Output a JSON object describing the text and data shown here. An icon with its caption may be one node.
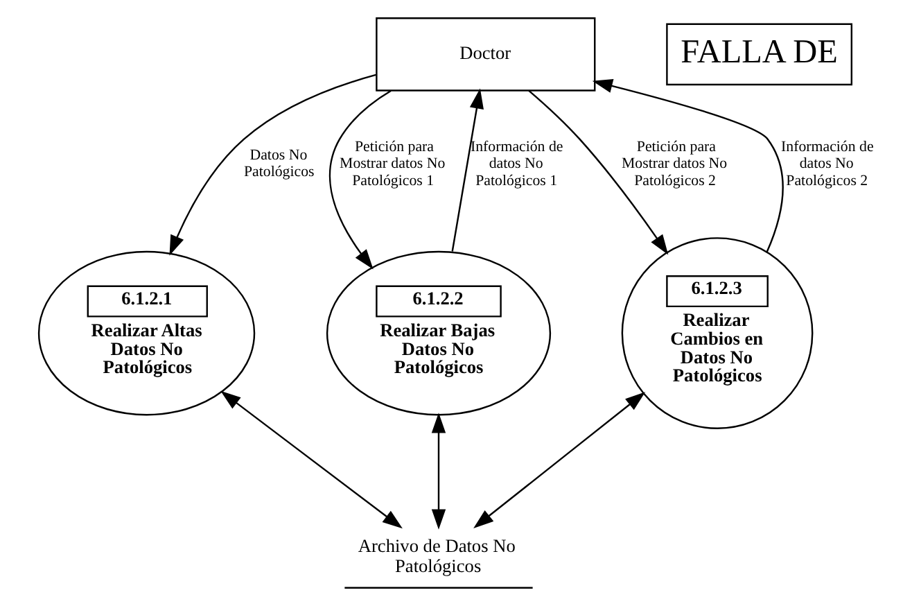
{
  "diagram": {
    "nodes": [
      {
        "text": [
          "Doctor"
        ]
      },
      {
        "text": [
          "6.1.2.1",
          "Realizar Altas Datos No Patológicos"
        ]
      },
      {
        "text": [
          "6.1.2.2",
          "Realizar Bajas Datos No Patológicos"
        ]
      },
      {
        "text": [
          "6.1.2.3",
          "Realizar Cambios en Datos No Patológicos"
        ]
      },
      {
        "text": [
          "Archivo de Datos No Patológicos"
        ]
      }
    ],
    "edges": [
      {
        "from": 0,
        "to": 1,
        "arrow": "to",
        "label": "Datos No Patológicos"
      },
      {
        "from": 2,
        "to": 0,
        "arrow": "to",
        "label": "Información de datos No Patológicos 1"
      },
      {
        "from": 0,
        "to": 2,
        "arrow": "to",
        "label": "Petición para Mostrar datos No Patológicos 1"
      },
      {
        "from": 3,
        "to": 0,
        "arrow": "to",
        "label": "Información de datos No Patológicos 2"
      },
      {
        "from": 0,
        "to": 3,
        "arrow": "to",
        "label": "Petición para Mostrar datos No Patológicos 2"
      },
      {
        "from": 1,
        "to": 4,
        "arrow": "both"
      },
      {
        "from": 2,
        "to": 4,
        "arrow": "both"
      },
      {
        "from": 3,
        "to": 4,
        "arrow": "both"
      }
    ],
    "labels": [
      "FALLA DE"
    ]
  }
}
